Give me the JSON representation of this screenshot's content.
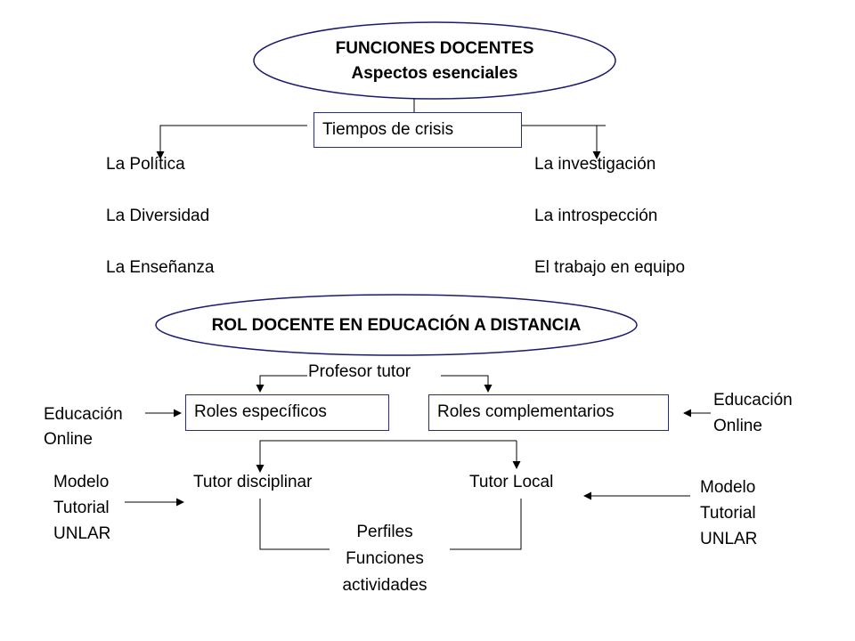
{
  "top_ellipse": {
    "line1": "FUNCIONES DOCENTES",
    "line2": "Aspectos esenciales"
  },
  "crisis_box": "Tiempos de crisis",
  "left_list": [
    "La Política",
    "La Diversidad",
    "La Enseñanza"
  ],
  "right_list": [
    "La investigación",
    "La introspección",
    "El trabajo en equipo"
  ],
  "second_ellipse": "ROL DOCENTE EN EDUCACIÓN A DISTANCIA",
  "profesor_tutor": "Profesor tutor",
  "roles_especificos": "Roles específicos",
  "roles_complementarios": "Roles complementarios",
  "edu_online_left": {
    "line1": "Educación",
    "line2": "Online"
  },
  "edu_online_right": {
    "line1": "Educación",
    "line2": "Online"
  },
  "tutor_disciplinar": "Tutor disciplinar",
  "tutor_local": "Tutor Local",
  "modelo_left": {
    "line1": "Modelo",
    "line2": "Tutorial",
    "line3": "UNLAR"
  },
  "modelo_right": {
    "line1": "Modelo",
    "line2": "Tutorial",
    "line3": "UNLAR"
  },
  "perfiles": {
    "line1": "Perfiles",
    "line2": "Funciones",
    "line3": "actividades"
  }
}
